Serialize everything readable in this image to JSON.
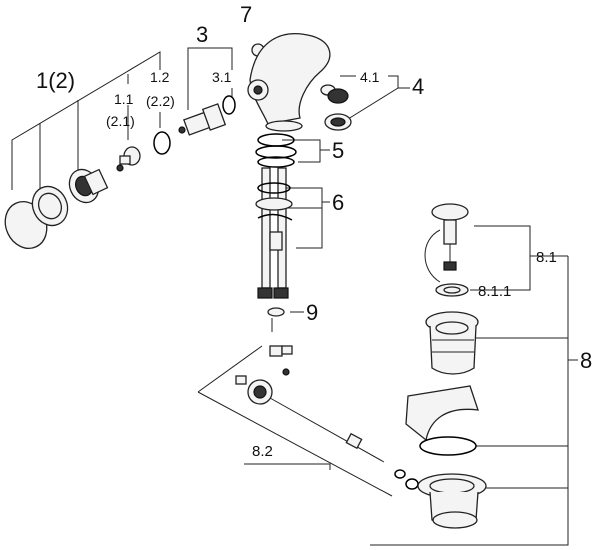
{
  "labels": {
    "l_1_2": "1(2)",
    "l_1_1": "1.1",
    "l_2_1": "(2.1)",
    "l_1_2b": "1.2",
    "l_2_2": "(2.2)",
    "l_3": "3",
    "l_3_1": "3.1",
    "l_7": "7",
    "l_4_1": "4.1",
    "l_4": "4",
    "l_5": "5",
    "l_6": "6",
    "l_9": "9",
    "l_8_1": "8.1",
    "l_8_1_1": "8.1.1",
    "l_8": "8",
    "l_8_2": "8.2"
  }
}
